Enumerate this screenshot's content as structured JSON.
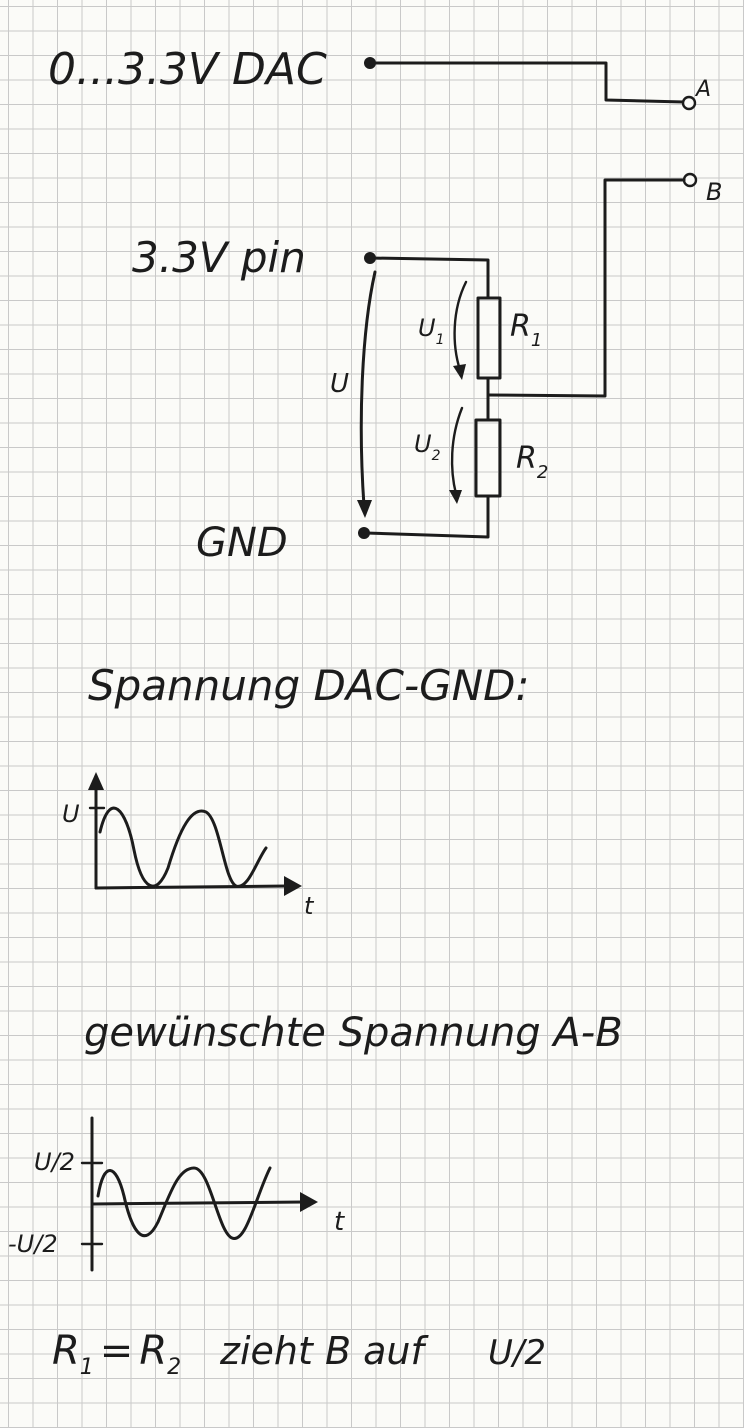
{
  "circuit": {
    "dac_label": "0...3.3V DAC",
    "v33_label": "3.3V pin",
    "gnd_label": "GND",
    "terminal_a": "A",
    "terminal_b": "B",
    "u_label": "U",
    "u1_label": "U",
    "u1_sub": "1",
    "u2_label": "U",
    "u2_sub": "2",
    "r1_label": "R",
    "r1_sub": "1",
    "r2_label": "R",
    "r2_sub": "2"
  },
  "plot1": {
    "heading": "Spannung DAC-GND:",
    "y_label": "U",
    "x_label": "t"
  },
  "plot2": {
    "heading": "gewünschte Spannung A-B",
    "tick_pos": "U/2",
    "tick_neg": "-U/2",
    "x_label": "t"
  },
  "footer": {
    "r1": "R",
    "r1_sub": "1",
    "equals": "=",
    "r2": "R",
    "r2_sub": "2",
    "text": "zieht B auf",
    "value": "U/2"
  }
}
